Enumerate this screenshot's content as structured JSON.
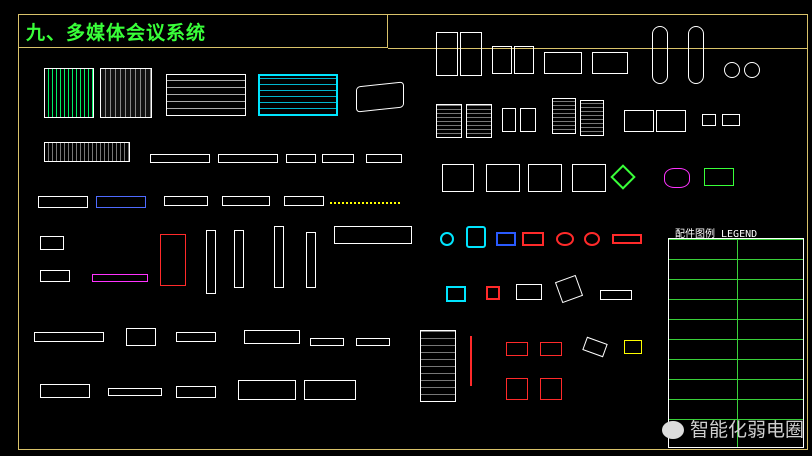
{
  "title": "九、多媒体会议系统",
  "legend_title": "配件图例 LEGEND",
  "watermark": "智能化弱电圈",
  "colors": {
    "frame": "#d9c26a",
    "title": "#39ff39",
    "highlight": "#00e5ff",
    "red": "#ff2a2a",
    "blue": "#2a5bff",
    "magenta": "#ff33ff",
    "green": "#39ff39"
  },
  "icons": [
    "mixer-icon",
    "mixer-large-icon",
    "rack-panel-icon",
    "power-amp-cyan-icon",
    "projector-icon",
    "speaker-column-icon",
    "speaker-box-icon",
    "ceiling-speaker-icon",
    "equalizer-icon",
    "rack-unit-icon",
    "microphone-icon",
    "wireless-receiver-icon",
    "camera-icon",
    "touch-panel-icon",
    "ir-emitter-icon",
    "network-switch-icon",
    "dvd-player-icon",
    "amplifier-icon",
    "matrix-switcher-icon"
  ]
}
